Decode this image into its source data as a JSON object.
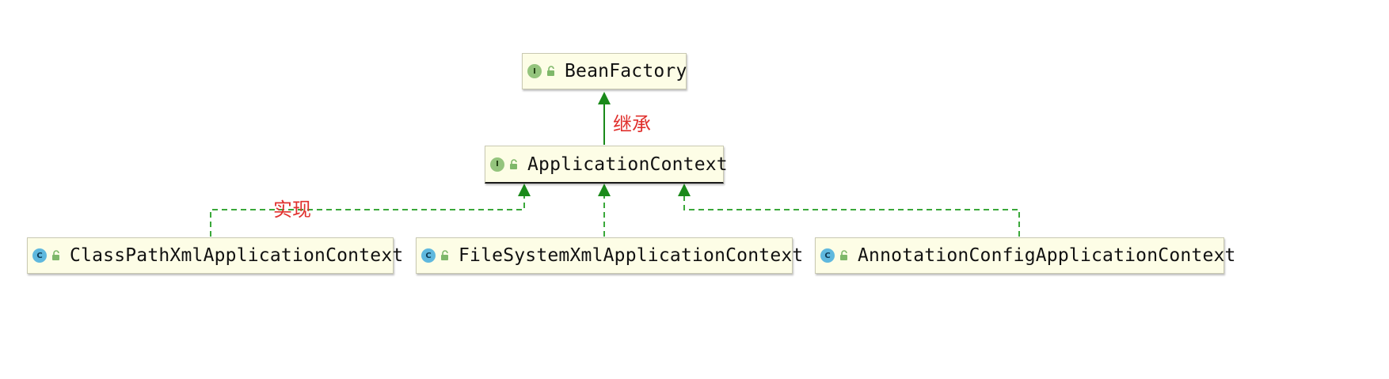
{
  "nodes": {
    "bean_factory": {
      "label": "BeanFactory",
      "kind": "I",
      "kind_icon": "interface-icon"
    },
    "application_context": {
      "label": "ApplicationContext",
      "kind": "I",
      "kind_icon": "interface-icon"
    },
    "classpath_xml": {
      "label": "ClassPathXmlApplicationContext",
      "kind": "C",
      "kind_icon": "class-icon"
    },
    "filesystem_xml": {
      "label": "FileSystemXmlApplicationContext",
      "kind": "C",
      "kind_icon": "class-icon"
    },
    "annotation_config": {
      "label": "AnnotationConfigApplicationContext",
      "kind": "C",
      "kind_icon": "class-icon"
    }
  },
  "relations": {
    "inherit_label": "继承",
    "implement_label": "实现"
  },
  "edges": [
    {
      "from": "ApplicationContext",
      "to": "BeanFactory",
      "type": "extends"
    },
    {
      "from": "ClassPathXmlApplicationContext",
      "to": "ApplicationContext",
      "type": "implements"
    },
    {
      "from": "FileSystemXmlApplicationContext",
      "to": "ApplicationContext",
      "type": "implements"
    },
    {
      "from": "AnnotationConfigApplicationContext",
      "to": "ApplicationContext",
      "type": "implements"
    }
  ],
  "colors": {
    "edge": "#1a8a1a",
    "dashed_edge": "#3aa83a",
    "relation_label": "#e0302d",
    "node_fill": "#fdfde6",
    "interface_icon": "#94c47d",
    "class_icon": "#5fb8de"
  }
}
